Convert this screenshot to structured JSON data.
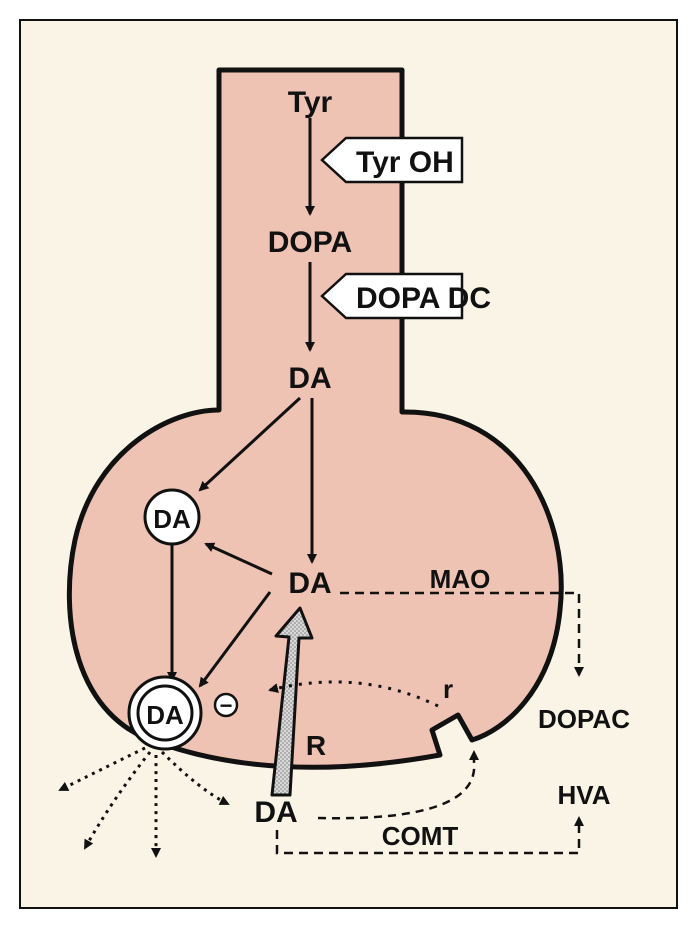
{
  "labels": {
    "tyr": "Tyr",
    "tyr_oh": "Tyr OH",
    "dopa": "DOPA",
    "dopa_dc": "DOPA DC",
    "da_cytosol": "DA",
    "da_vesicle": "DA",
    "da_release_site": "DA",
    "da_vesicle_fused": "DA",
    "da_synapse": "DA",
    "mao": "MAO",
    "dopac": "DOPAC",
    "hva": "HVA",
    "comt": "COMT",
    "receptor_r": "R",
    "autoreceptor_r": "r",
    "inhibition_sign": "−"
  },
  "colors": {
    "neuron_fill": "#efc3b3",
    "stroke": "#111111",
    "background": "#faf4e6",
    "frame": "#ffffff",
    "reuptake_arrow": "#bdbdbd"
  }
}
